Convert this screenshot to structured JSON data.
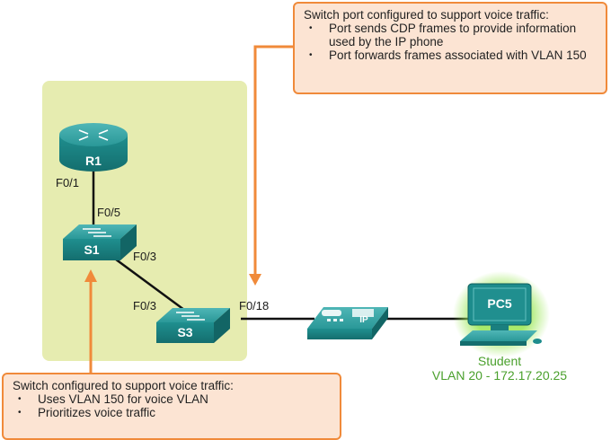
{
  "callout_top": {
    "title": "Switch port configured to support voice traffic:",
    "bullets": [
      "Port sends CDP frames to provide information used by the IP phone",
      "Port forwards frames associated with VLAN 150"
    ]
  },
  "callout_bottom": {
    "title": "Switch configured to support voice traffic:",
    "bullets": [
      "Uses VLAN 150 for voice VLAN",
      "Prioritizes voice traffic"
    ]
  },
  "devices": {
    "router": "R1",
    "switch1": "S1",
    "switch3": "S3",
    "phone": "IP",
    "pc": "PC5"
  },
  "ports": {
    "r1_f01": "F0/1",
    "s1_f05": "F0/5",
    "s1_f03": "F0/3",
    "s3_f03": "F0/3",
    "s3_f018": "F0/18"
  },
  "pc_labels": {
    "name": "Student",
    "vlan": "VLAN 20 - 172.17.20.25"
  },
  "colors": {
    "area_fill": "#e6ecb0",
    "callout_fill": "#fce4d3",
    "callout_border": "#f08a3a",
    "device_teal": "#1d8c8c",
    "pc_glow": "#7ed24a",
    "student_text": "#4aa02c"
  }
}
